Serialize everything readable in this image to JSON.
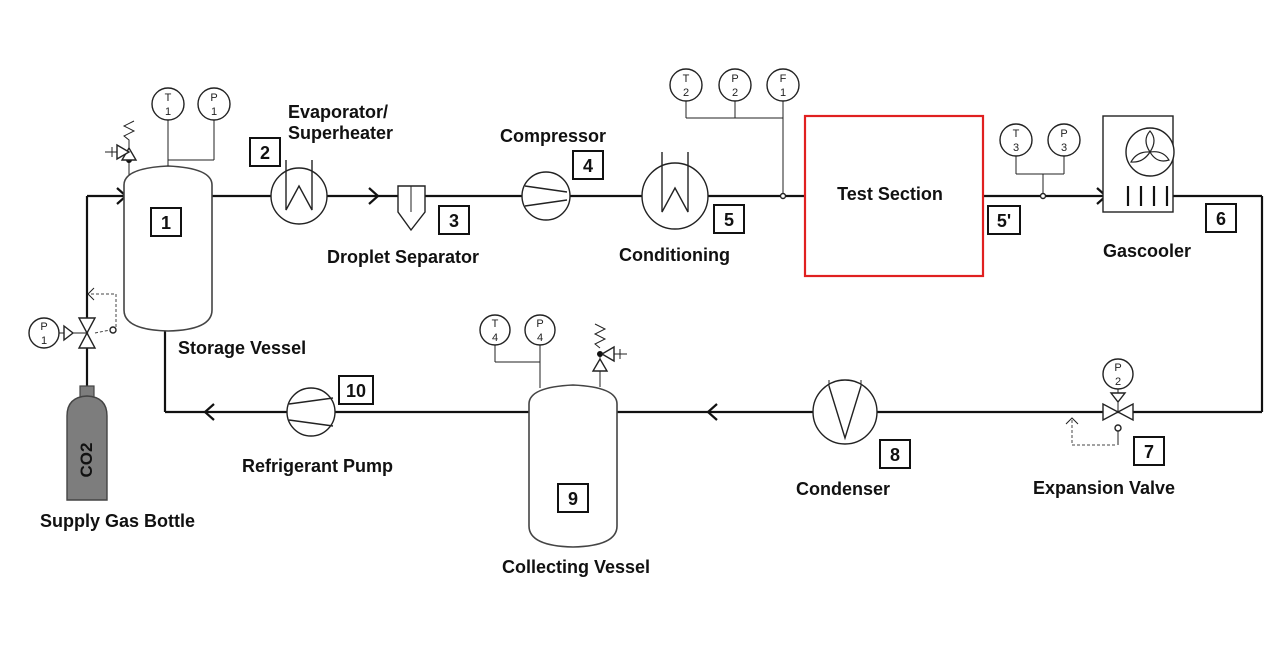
{
  "labels": {
    "evaporator_line1": "Evaporator/",
    "evaporator_line2": "Superheater",
    "compressor": "Compressor",
    "droplet_separator": "Droplet Separator",
    "conditioning": "Conditioning",
    "test_section": "Test Section",
    "gascooler": "Gascooler",
    "storage_vessel": "Storage Vessel",
    "refrigerant_pump": "Refrigerant Pump",
    "collecting_vessel": "Collecting Vessel",
    "condenser": "Condenser",
    "expansion_valve": "Expansion Valve",
    "supply_gas_bottle": "Supply Gas Bottle",
    "co2": "CO2"
  },
  "numbers": {
    "n1": "1",
    "n2": "2",
    "n3": "3",
    "n4": "4",
    "n5": "5",
    "n5p": "5'",
    "n6": "6",
    "n7": "7",
    "n8": "8",
    "n9": "9",
    "n10": "10"
  },
  "sensors": {
    "t1": {
      "type": "T",
      "index": "1"
    },
    "p1_top": {
      "type": "P",
      "index": "1"
    },
    "p1_left": {
      "type": "P",
      "index": "1"
    },
    "t2": {
      "type": "T",
      "index": "2"
    },
    "p2_top": {
      "type": "P",
      "index": "2"
    },
    "f1": {
      "type": "F",
      "index": "1"
    },
    "t3": {
      "type": "T",
      "index": "3"
    },
    "p3": {
      "type": "P",
      "index": "3"
    },
    "t4": {
      "type": "T",
      "index": "4"
    },
    "p4": {
      "type": "P",
      "index": "4"
    },
    "p2_valve": {
      "type": "P",
      "index": "2"
    }
  },
  "colors": {
    "line": "#111111",
    "test_section_border": "#e02020",
    "bottle_fill": "#7d7d7d"
  }
}
